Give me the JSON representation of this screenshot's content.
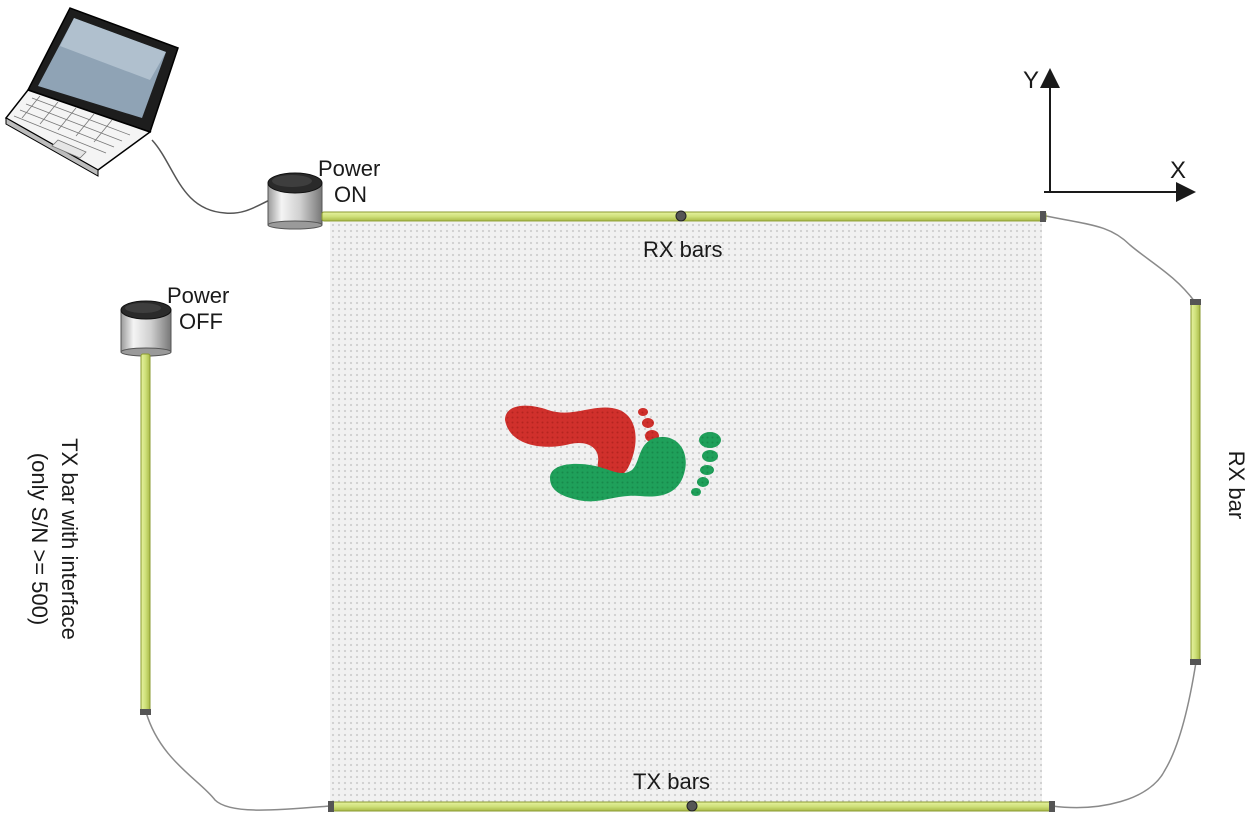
{
  "labels": {
    "power_on_1": "Power",
    "power_on_2": "ON",
    "power_off_1": "Power",
    "power_off_2": "OFF",
    "rx_bars_top": "RX bars",
    "tx_bars_bottom": "TX bars",
    "rx_bar_right": "RX bar",
    "tx_bar_left_1": "TX bar with interface",
    "tx_bar_left_2": "(only S/N >= 500)",
    "axis_x": "X",
    "axis_y": "Y"
  },
  "colors": {
    "bar_fill": "#cfe07a",
    "bar_edge": "#8a9a30",
    "floor": "#ececec",
    "foot_red": "#d0302c",
    "foot_green": "#1fa05a",
    "cable": "#707070"
  },
  "icons": [
    "laptop-icon",
    "power-unit-icon",
    "footprint-icon",
    "axis-arrow-icon"
  ]
}
